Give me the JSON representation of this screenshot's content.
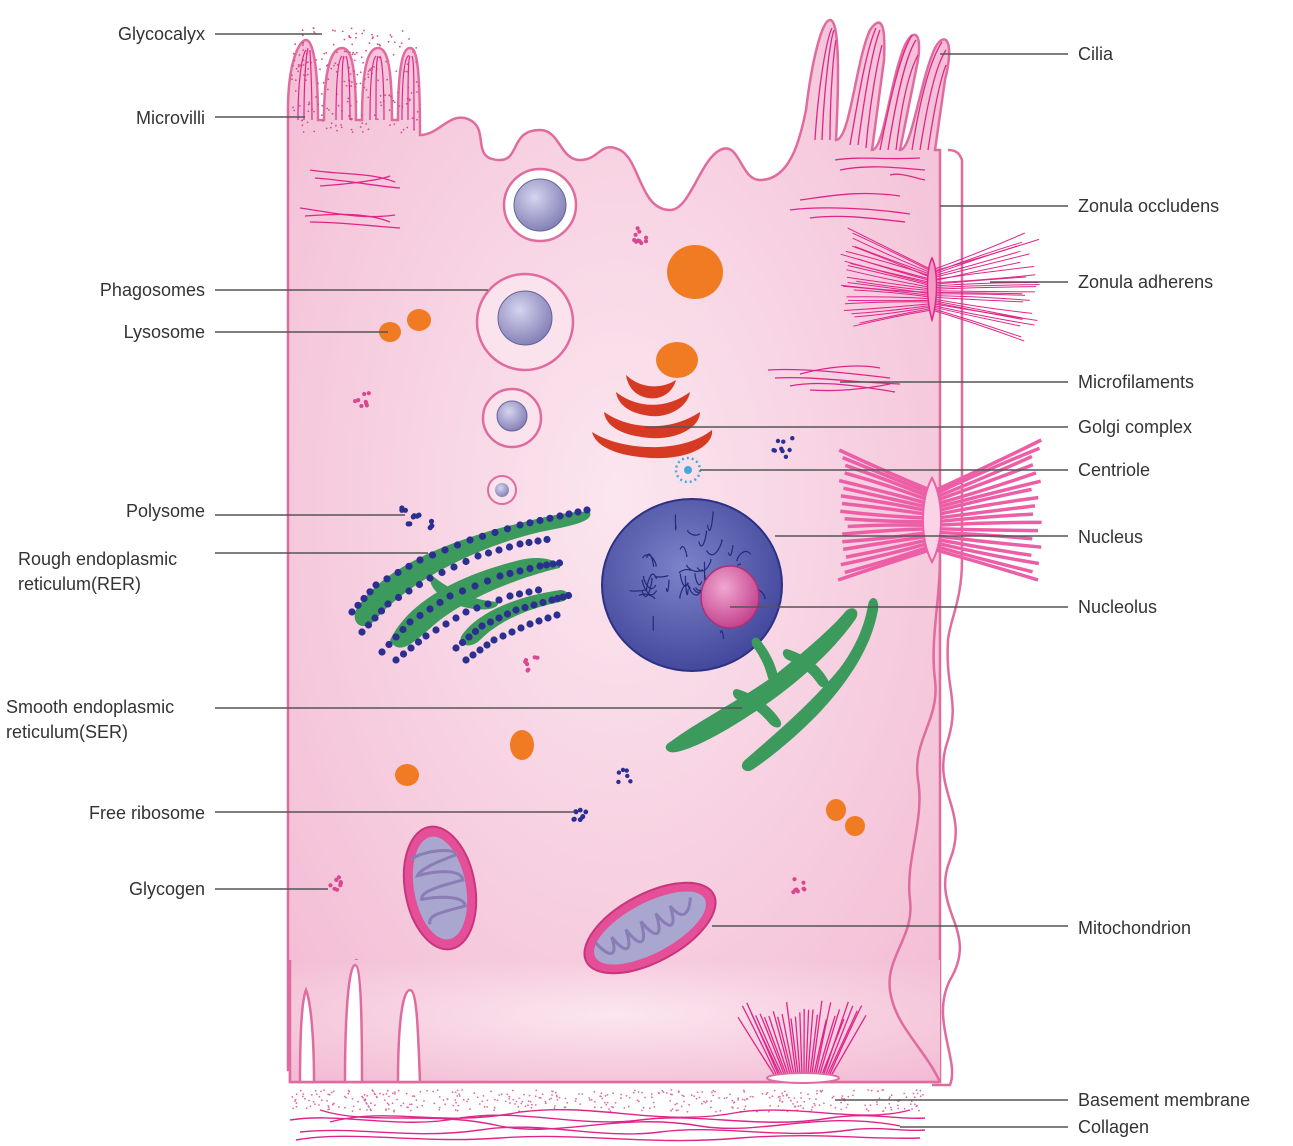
{
  "colors": {
    "cytoplasm": "#f7d0e1",
    "membrane": "#e06b9f",
    "fibres": "#e0258a",
    "organelle_pink": "#d9488f",
    "vesicle": "#a9a6cf",
    "lysosome": "#f17b23",
    "golgi": "#d63a22",
    "er_green": "#3c9a5c",
    "ribosome": "#2b2f8f",
    "nucleus": "#5058a8",
    "nucleolus": "#d55fa4",
    "centriole": "#43a8dc"
  },
  "labels_left": {
    "glycocalyx": "Glycocalyx",
    "microvilli": "Microvilli",
    "phagosomes": "Phagosomes",
    "lysosome": "Lysosome",
    "polysome": "Polysome",
    "rer_line1": "Rough endoplasmic",
    "rer_line2": "reticulum(RER)",
    "ser_line1": "Smooth endoplasmic",
    "ser_line2": "reticulum(SER)",
    "free_ribosome": "Free ribosome",
    "glycogen": "Glycogen"
  },
  "labels_right": {
    "cilia": "Cilia",
    "zonula_occludens": "Zonula occludens",
    "zonula_adherens": "Zonula adherens",
    "microfilaments": "Microfilaments",
    "golgi_complex": "Golgi complex",
    "centriole": "Centriole",
    "nucleus": "Nucleus",
    "nucleolus": "Nucleolus",
    "mitochondrion": "Mitochondrion",
    "basement_membrane": "Basement membrane",
    "collagen": "Collagen"
  }
}
